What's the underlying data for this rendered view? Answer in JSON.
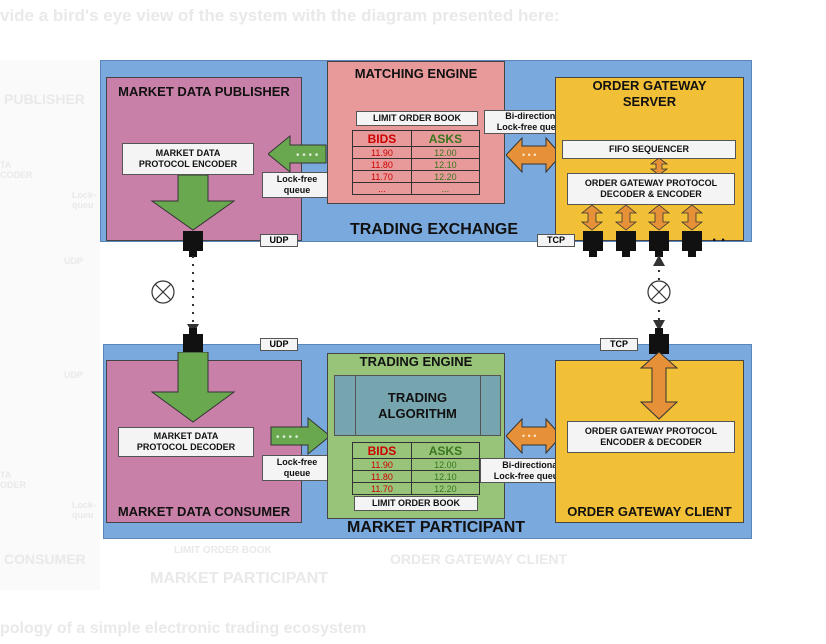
{
  "background_text": {
    "top_caption": "vide a bird's eye view of the system with the diagram presented here:",
    "publisher": "PUBLISHER",
    "encoder_frag": "TA\nCODER",
    "lock_frag_1": "Lock-\nqueu",
    "udp_1": "UDP",
    "udp_2": "UDP",
    "decoder_frag": "TA\nODER",
    "lock_frag_2": "Lock-\nqueu",
    "consumer": "CONSUMER",
    "limit_order_book": "LIMIT ORDER BOOK",
    "order_gateway_client": "ORDER GATEWAY CLIENT",
    "market_participant": "MARKET PARTICIPANT",
    "bottom_caption": "pology of a simple electronic trading ecosystem"
  },
  "exchange": {
    "label": "TRADING EXCHANGE",
    "publisher_title": "MARKET DATA PUBLISHER",
    "encoder": "MARKET DATA\nPROTOCOL ENCODER",
    "lockfree": "Lock-free\nqueue",
    "matching_title": "MATCHING ENGINE",
    "lob_label": "LIMIT ORDER BOOK",
    "bidir": "Bi-directional\nLock-free queues",
    "gateway_title": "ORDER GATEWAY\nSERVER",
    "fifo": "FIFO SEQUENCER",
    "gw_protocol": "ORDER GATEWAY PROTOCOL\nDECODER & ENCODER",
    "udp": "UDP",
    "tcp": "TCP",
    "ellipsis": ". ."
  },
  "participant": {
    "label": "MARKET PARTICIPANT",
    "consumer_title": "MARKET DATA CONSUMER",
    "decoder": "MARKET DATA\nPROTOCOL DECODER",
    "lockfree": "Lock-free\nqueue",
    "engine_title": "TRADING ENGINE",
    "algo": "TRADING\nALGORITHM",
    "lob_label": "LIMIT ORDER BOOK",
    "bidir": "Bi-directional\nLock-free queues",
    "gw_protocol": "ORDER GATEWAY PROTOCOL\nENCODER & DECODER",
    "client_title": "ORDER GATEWAY CLIENT",
    "udp": "UDP",
    "tcp": "TCP"
  },
  "order_book": {
    "bids_header": "BIDS",
    "asks_header": "ASKS",
    "bids": [
      "11.90",
      "11.80",
      "11.70",
      "..."
    ],
    "asks": [
      "12.00",
      "12.10",
      "12.20",
      "..."
    ]
  },
  "colors": {
    "region": "#7aa9dd",
    "publisher": "#c880a8",
    "matching": "#e89a9a",
    "gateway": "#f2c037",
    "engine": "#98c479",
    "arrow_green": "#6aa84f",
    "arrow_orange": "#e69138",
    "bids_red": "#cc0000",
    "asks_green": "#38761d"
  }
}
